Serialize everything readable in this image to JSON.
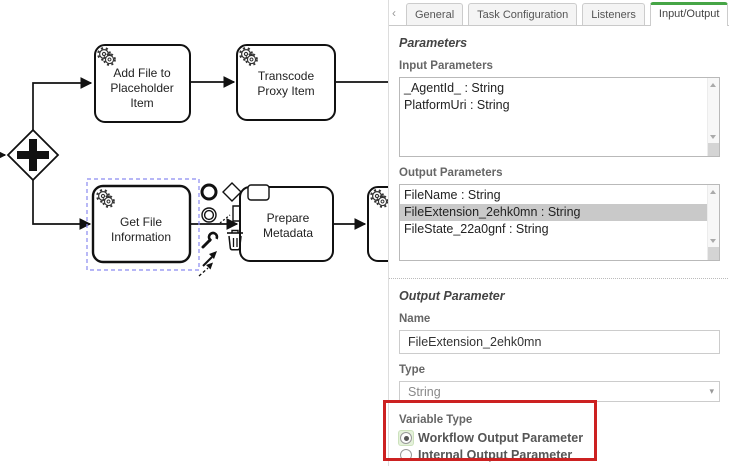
{
  "diagram": {
    "tasks": [
      {
        "id": "add-file",
        "lines": [
          "Add File to",
          "Placeholder",
          "Item"
        ]
      },
      {
        "id": "transcode",
        "lines": [
          "Transcode",
          "Proxy Item"
        ]
      },
      {
        "id": "get-file",
        "lines": [
          "Get File",
          "Information"
        ],
        "selected": true
      },
      {
        "id": "prepare",
        "lines": [
          "Prepare",
          "Metadata"
        ]
      }
    ],
    "gateway": "parallel-gateway",
    "context_pad_icons": [
      "end-event-icon",
      "gateway-icon",
      "task-icon",
      "intermediate-event-icon",
      "text-annotation-icon",
      "wrench-icon",
      "trash-icon",
      "connect-arrow-icon"
    ],
    "selection_color": "#8a8af0"
  },
  "panel": {
    "tab_scroll_left": "‹",
    "tabs": [
      {
        "label": "General"
      },
      {
        "label": "Task Configuration"
      },
      {
        "label": "Listeners"
      },
      {
        "label": "Input/Output",
        "active": true
      }
    ],
    "accent_green": "#46a546",
    "parameters_section": {
      "heading": "Parameters",
      "input_parameters": {
        "label": "Input Parameters",
        "items": [
          "_AgentId_ : String",
          "PlatformUri : String"
        ]
      },
      "output_parameters": {
        "label": "Output Parameters",
        "items": [
          "FileName : String",
          "FileExtension_2ehk0mn : String",
          "FileState_22a0gnf : String"
        ],
        "selected_item": "FileExtension_2ehk0mn : String"
      }
    },
    "output_parameter_section": {
      "heading": "Output Parameter",
      "name_field": {
        "label": "Name",
        "value": "FileExtension_2ehk0mn"
      },
      "type_field": {
        "label": "Type",
        "value": "String",
        "caret": "▾"
      },
      "variable_type": {
        "label": "Variable Type",
        "options": [
          {
            "label": "Workflow Output Parameter",
            "selected": true
          },
          {
            "label": "Internal Output Parameter",
            "selected": false
          }
        ]
      }
    },
    "annotation_color": "#cc2121"
  }
}
